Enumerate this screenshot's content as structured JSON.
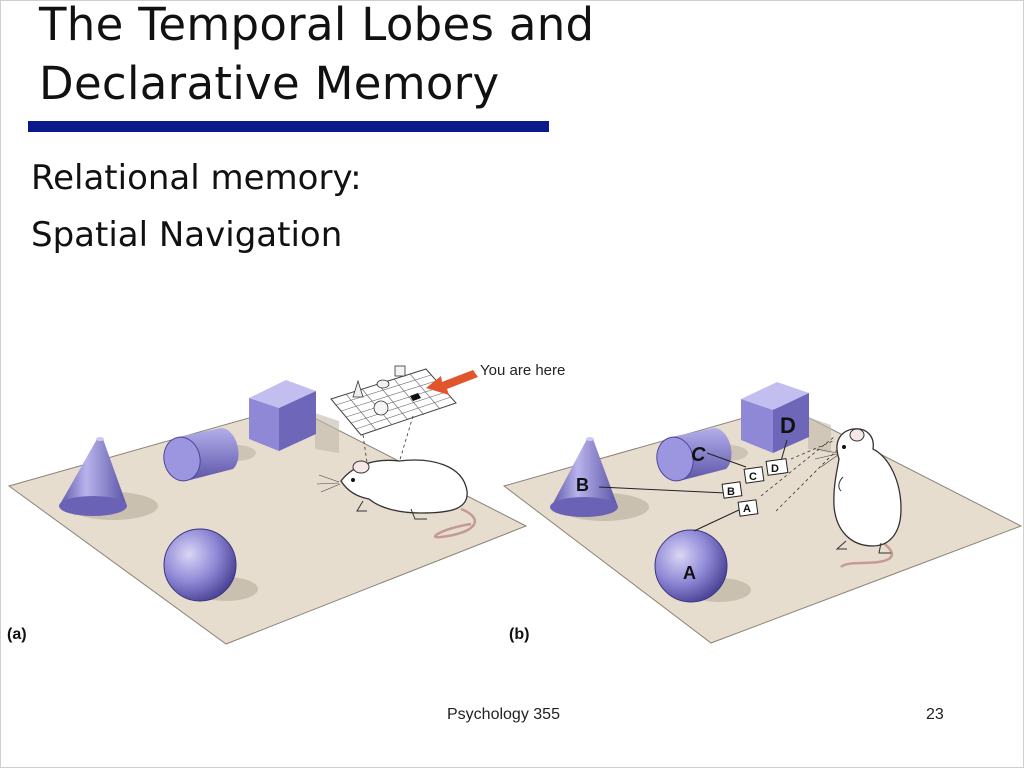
{
  "slide": {
    "title_line1": "The Temporal Lobes and",
    "title_line2": "Declarative Memory",
    "body_line1": "Relational memory:",
    "body_line2": "Spatial Navigation",
    "footer_course": "Psychology 355",
    "footer_page": "23"
  },
  "figure": {
    "panel_a_label": "(a)",
    "panel_b_label": "(b)",
    "you_are_here": "You are here",
    "object_labels": {
      "a": "A",
      "b": "B",
      "c": "C",
      "d": "D"
    },
    "marker_labels": [
      "B",
      "A",
      "C",
      "D"
    ]
  },
  "colors": {
    "title_rule": "#0a1a8c",
    "floor": "#e7ddcf",
    "object_fill": "#8f88d6",
    "arrow": "#e2542b"
  }
}
